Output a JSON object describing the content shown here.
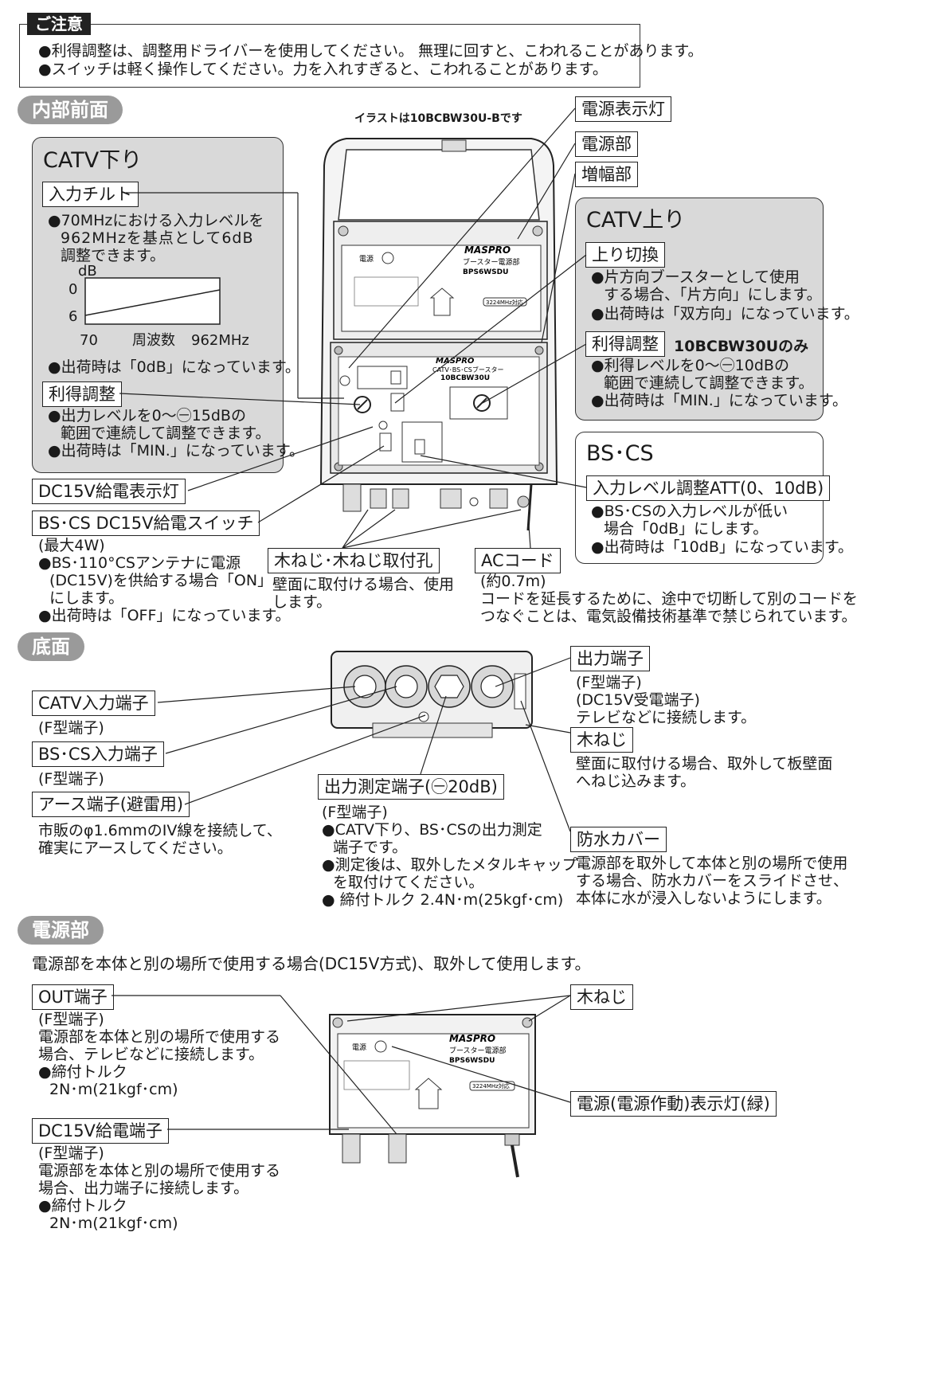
{
  "notice": {
    "tag": "ご注意",
    "lines": [
      "●利得調整は、調整用ドライバーを使用してください。 無理に回すと、こわれることがあります。",
      "●スイッチは軽く操作してください。力を入れすぎると、こわれることがあります。"
    ]
  },
  "front": {
    "section_label": "内部前面",
    "illust_note": "イラストは10BCBW30U-Bです",
    "catv_down": {
      "title": "CATV下り",
      "tilt_label": "入力チルト",
      "tilt_lines": [
        "●70MHzにおける入力レベルを",
        "962MHzを基点として6dB",
        "調整できます。"
      ],
      "graph": {
        "unit": "dB",
        "y0": "0",
        "y6": "6",
        "x_start": "70",
        "x_mid": "周波数",
        "x_end": "962MHz"
      },
      "tilt_ship": "●出荷時は「0dB」になっています。",
      "gain_label": "利得調整",
      "gain_lines": [
        "●出力レベルを0〜㊀15dBの",
        "範囲で連続して調整できます。",
        "●出荷時は「MIN.」になっています。"
      ]
    },
    "dc_lamp": "DC15V給電表示灯",
    "bs_switch": {
      "label": "BS･CS DC15V給電スイッチ",
      "lines": [
        "(最大4W)",
        "●BS･110°CSアンテナに電源",
        "(DC15V)を供給する場合「ON」",
        "にします。",
        "●出荷時は「OFF」になっています。"
      ]
    },
    "screw_holes": {
      "label": "木ねじ･木ねじ取付孔",
      "lines": [
        "壁面に取付ける場合、使用",
        "します。"
      ]
    },
    "ac_cord": {
      "label": "ACコード",
      "lines": [
        "(約0.7m)",
        "コードを延長するために、途中で切断して別のコードを",
        "つなぐことは、電気設備技術基準で禁じられています。"
      ]
    },
    "power_lamp": "電源表示灯",
    "power_unit": "電源部",
    "amp_unit": "増幅部",
    "catv_up": {
      "title": "CATV上り",
      "switch_label": "上り切換",
      "switch_lines": [
        "●片方向ブースターとして使用",
        "する場合、「片方向」にします。",
        "●出荷時は「双方向」になっています。"
      ],
      "gain_label": "利得調整",
      "gain_note": "10BCBW30Uのみ",
      "gain_lines": [
        "●利得レベルを0〜㊀10dBの",
        "範囲で連続して調整できます。",
        "●出荷時は「MIN.」になっています。"
      ]
    },
    "bscs": {
      "title": "BS･CS",
      "att_label": "入力レベル調整ATT(0、10dB)",
      "att_lines": [
        "●BS･CSの入力レベルが低い",
        "場合「0dB」にします。",
        "●出荷時は「10dB」になっています。"
      ]
    },
    "device_text": {
      "brand": "MASPRO",
      "ps_name": "ブースター電源部",
      "ps_model": "BPS6WSDU",
      "ps_power": "電源",
      "booster_name": "CATV･BS･CSブースター",
      "booster_model": "10BCBW30U",
      "freq": "3224MHz対応"
    }
  },
  "bottom": {
    "section_label": "底面",
    "catv_in": {
      "label": "CATV入力端子",
      "sub": "(F型端子)"
    },
    "bscs_in": {
      "label": "BS･CS入力端子",
      "sub": "(F型端子)"
    },
    "earth": {
      "label": "アース端子(避雷用)",
      "lines": [
        "市販のφ1.6mmのIV線を接続して、",
        "確実にアースしてください。"
      ]
    },
    "measure": {
      "label": "出力測定端子(㊀20dB)",
      "lines": [
        "(F型端子)",
        "●CATV下り、BS･CSの出力測定",
        "端子です。",
        "●測定後は、取外したメタルキャップ",
        "を取付けてください。",
        "● 締付トルク 2.4N･m(25kgf･cm)"
      ]
    },
    "output": {
      "label": "出力端子",
      "lines": [
        "(F型端子)",
        "(DC15V受電端子)",
        "テレビなどに接続します。"
      ]
    },
    "screw": {
      "label": "木ねじ",
      "lines": [
        "壁面に取付ける場合、取外して板壁面",
        "へねじ込みます。"
      ]
    },
    "cover": {
      "label": "防水カバー",
      "lines": [
        "電源部を取外して本体と別の場所で使用",
        "する場合、防水カバーをスライドさせ、",
        "本体に水が浸入しないようにします。"
      ]
    }
  },
  "psu": {
    "section_label": "電源部",
    "intro": "電源部を本体と別の場所で使用する場合(DC15V方式)、取外して使用します。",
    "out": {
      "label": "OUT端子",
      "lines": [
        "(F型端子)",
        "電源部を本体と別の場所で使用する",
        "場合、テレビなどに接続します。",
        "●締付トルク",
        "2N･m(21kgf･cm)"
      ]
    },
    "dc_out": {
      "label": "DC15V給電端子",
      "lines": [
        "(F型端子)",
        "電源部を本体と別の場所で使用する",
        "場合、出力端子に接続します。",
        "●締付トルク",
        "2N･m(21kgf･cm)"
      ]
    },
    "screw": "木ねじ",
    "lamp": "電源(電源作動)表示灯(緑)"
  }
}
